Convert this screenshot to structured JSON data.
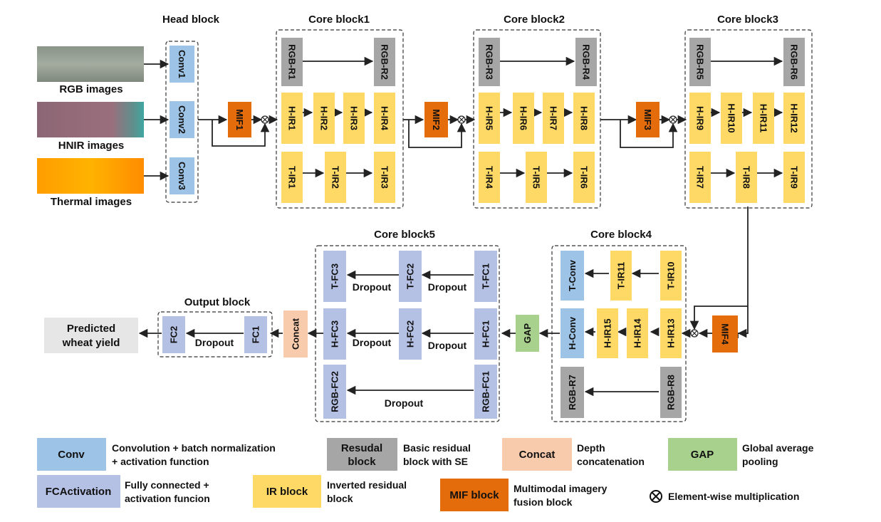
{
  "titles": {
    "head": "Head block",
    "core1": "Core block1",
    "core2": "Core block2",
    "core3": "Core block3",
    "core4": "Core block4",
    "core5": "Core block5",
    "output": "Output block"
  },
  "inputs": {
    "rgb": "RGB images",
    "hnir": "HNIR images",
    "thermal": "Thermal images"
  },
  "head": {
    "conv1": "Conv1",
    "conv2": "Conv2",
    "conv3": "Conv3"
  },
  "mif": {
    "m1": "MIF1",
    "m2": "MIF2",
    "m3": "MIF3",
    "m4": "MIF4"
  },
  "core1": {
    "rgb": [
      "RGB-R1",
      "RGB-R2"
    ],
    "hir": [
      "H-IR1",
      "H-IR2",
      "H-IR3",
      "H-IR4"
    ],
    "tir": [
      "T-IR1",
      "T-IR2",
      "T-IR3"
    ]
  },
  "core2": {
    "rgb": [
      "RGB-R3",
      "RGB-R4"
    ],
    "hir": [
      "H-IR5",
      "H-IR6",
      "H-IR7",
      "H-IR8"
    ],
    "tir": [
      "T-IR4",
      "T-IR5",
      "T-IR6"
    ]
  },
  "core3": {
    "rgb": [
      "RGB-R5",
      "RGB-R6"
    ],
    "hir": [
      "H-IR9",
      "H-IR10",
      "H-IR11",
      "H-IR12"
    ],
    "tir": [
      "T-IR7",
      "T-IR8",
      "T-IR9"
    ]
  },
  "core4": {
    "t_conv": "T-Conv",
    "t_ir11": "T-IR11",
    "t_ir10": "T-IR10",
    "h_conv": "H-Conv",
    "h_ir15": "H-IR15",
    "h_ir14": "H-IR14",
    "h_ir13": "H-IR13",
    "rgb_r7": "RGB-R7",
    "rgb_r8": "RGB-R8"
  },
  "core5": {
    "t_fc3": "T-FC3",
    "t_fc2": "T-FC2",
    "t_fc1": "T-FC1",
    "h_fc3": "H-FC3",
    "h_fc2": "H-FC2",
    "h_fc1": "H-FC1",
    "rgb_fc2": "RGB-FC2",
    "rgb_fc1": "RGB-FC1"
  },
  "dropout": "Dropout",
  "gap": "GAP",
  "concat": "Concat",
  "output": {
    "fc2": "FC2",
    "fc1": "FC1",
    "predicted_line1": "Predicted",
    "predicted_line2": "wheat yield"
  },
  "legend": {
    "conv_key": "Conv",
    "conv_desc1": "Convolution + batch normalization",
    "conv_desc2": "+ activation function",
    "res_key1": "Resudal",
    "res_key2": "block",
    "res_desc1": "Basic residual",
    "res_desc2": "block with SE",
    "concat_key": "Concat",
    "concat_desc1": "Depth",
    "concat_desc2": "concatenation",
    "gap_key": "GAP",
    "gap_desc1": "Global average",
    "gap_desc2": "pooling",
    "fc_key": "FCActivation",
    "fc_desc1": "Fully connected +",
    "fc_desc2": "activation funcion",
    "ir_key": "IR block",
    "ir_desc1": "Inverted residual",
    "ir_desc2": "block",
    "mif_key": "MIF block",
    "mif_desc1": "Multimodal imagery",
    "mif_desc2": "fusion block",
    "mult_desc": "Element-wise multiplication"
  },
  "colors": {
    "conv": "#9dc3e6",
    "residual": "#a6a6a6",
    "ir": "#ffd966",
    "mif": "#e46c0a",
    "fc": "#b4c0e4",
    "concat": "#f8cbad",
    "gap": "#a9d18e",
    "predicted": "#e7e6e6",
    "line": "#222222"
  }
}
